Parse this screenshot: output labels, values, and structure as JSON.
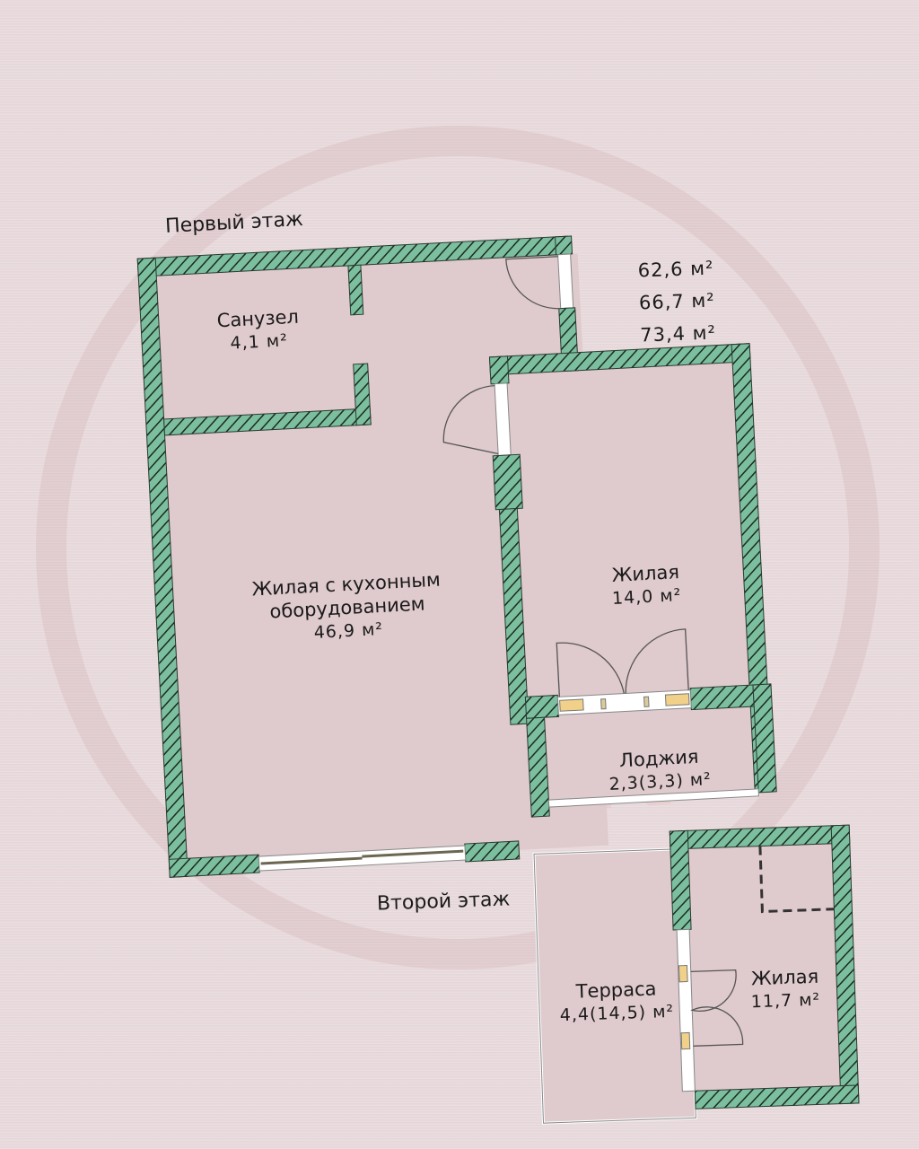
{
  "floors": {
    "first": "Первый этаж",
    "second": "Второй этаж"
  },
  "totals": [
    {
      "value": "62,6 м²"
    },
    {
      "value": "66,7 м²"
    },
    {
      "value": "73,4 м²"
    }
  ],
  "rooms": {
    "bathroom": {
      "name": "Санузел",
      "area": "4,1 м²"
    },
    "living_kitchen": {
      "name_line1": "Жилая с кухонным",
      "name_line2": "оборудованием",
      "area": "46,9 м²"
    },
    "living_1": {
      "name": "Жилая",
      "area": "14,0 м²"
    },
    "loggia": {
      "name": "Лоджия",
      "area": "2,3(3,3) м²"
    },
    "terrace": {
      "name": "Терраса",
      "area": "4,4(14,5) м²"
    },
    "living_2": {
      "name": "Жилая",
      "area": "11,7 м²"
    }
  },
  "colors": {
    "background": "#e9dadc",
    "room_fill": "#dfcacd",
    "wall_fill": "#7cbf9f",
    "wall_hatch": "#1b2b22",
    "window": "#ffffff",
    "frame_accent": "#f1d18a"
  }
}
